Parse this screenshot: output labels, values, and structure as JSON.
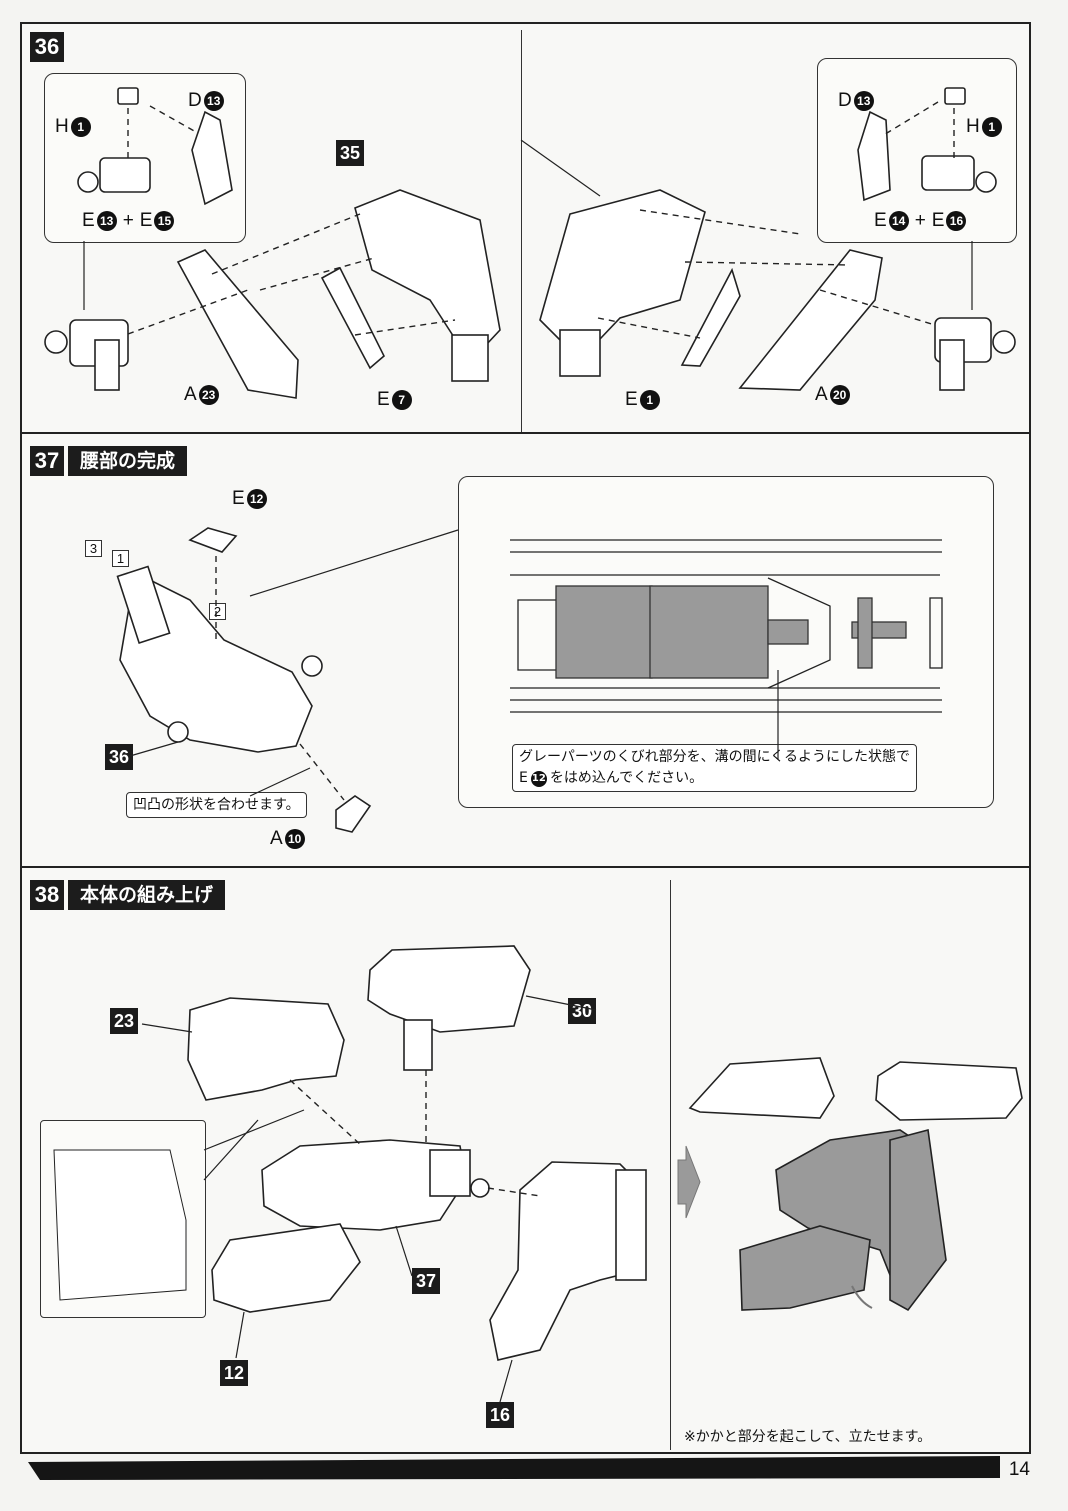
{
  "page_number": "14",
  "step36": {
    "number": "36",
    "left_box": {
      "top": "D",
      "top_num": "13",
      "side": "H",
      "side_num": "1",
      "bottom_a": "E",
      "bottom_a_num": "13",
      "plus": "+",
      "bottom_b": "E",
      "bottom_b_num": "15"
    },
    "right_box": {
      "top": "D",
      "top_num": "13",
      "side": "H",
      "side_num": "1",
      "bottom_a": "E",
      "bottom_a_num": "14",
      "plus": "+",
      "bottom_b": "E",
      "bottom_b_num": "16"
    },
    "ref": "35",
    "labels": [
      {
        "letter": "A",
        "num": "23"
      },
      {
        "letter": "E",
        "num": "7"
      },
      {
        "letter": "E",
        "num": "1"
      },
      {
        "letter": "A",
        "num": "20"
      }
    ]
  },
  "step37": {
    "number": "37",
    "title": "腰部の完成",
    "part_top": {
      "letter": "E",
      "num": "12"
    },
    "seq": [
      "3",
      "1",
      "2"
    ],
    "ref": "36",
    "note_shape": "凹凸の形状を合わせます。",
    "part_bottom": {
      "letter": "A",
      "num": "10"
    },
    "detail_note_line1": "グレーパーツのくびれ部分を、溝の間にくるようにした状態で",
    "detail_note_letter": "E",
    "detail_note_num": "12",
    "detail_note_line2": "をはめ込んでください。"
  },
  "step38": {
    "number": "38",
    "title": "本体の組み上げ",
    "refs": {
      "a": "23",
      "b": "30",
      "c": "37",
      "d": "12",
      "e": "16"
    },
    "warning": "!",
    "footnote": "※かかと部分を起こして、立たせます。"
  }
}
